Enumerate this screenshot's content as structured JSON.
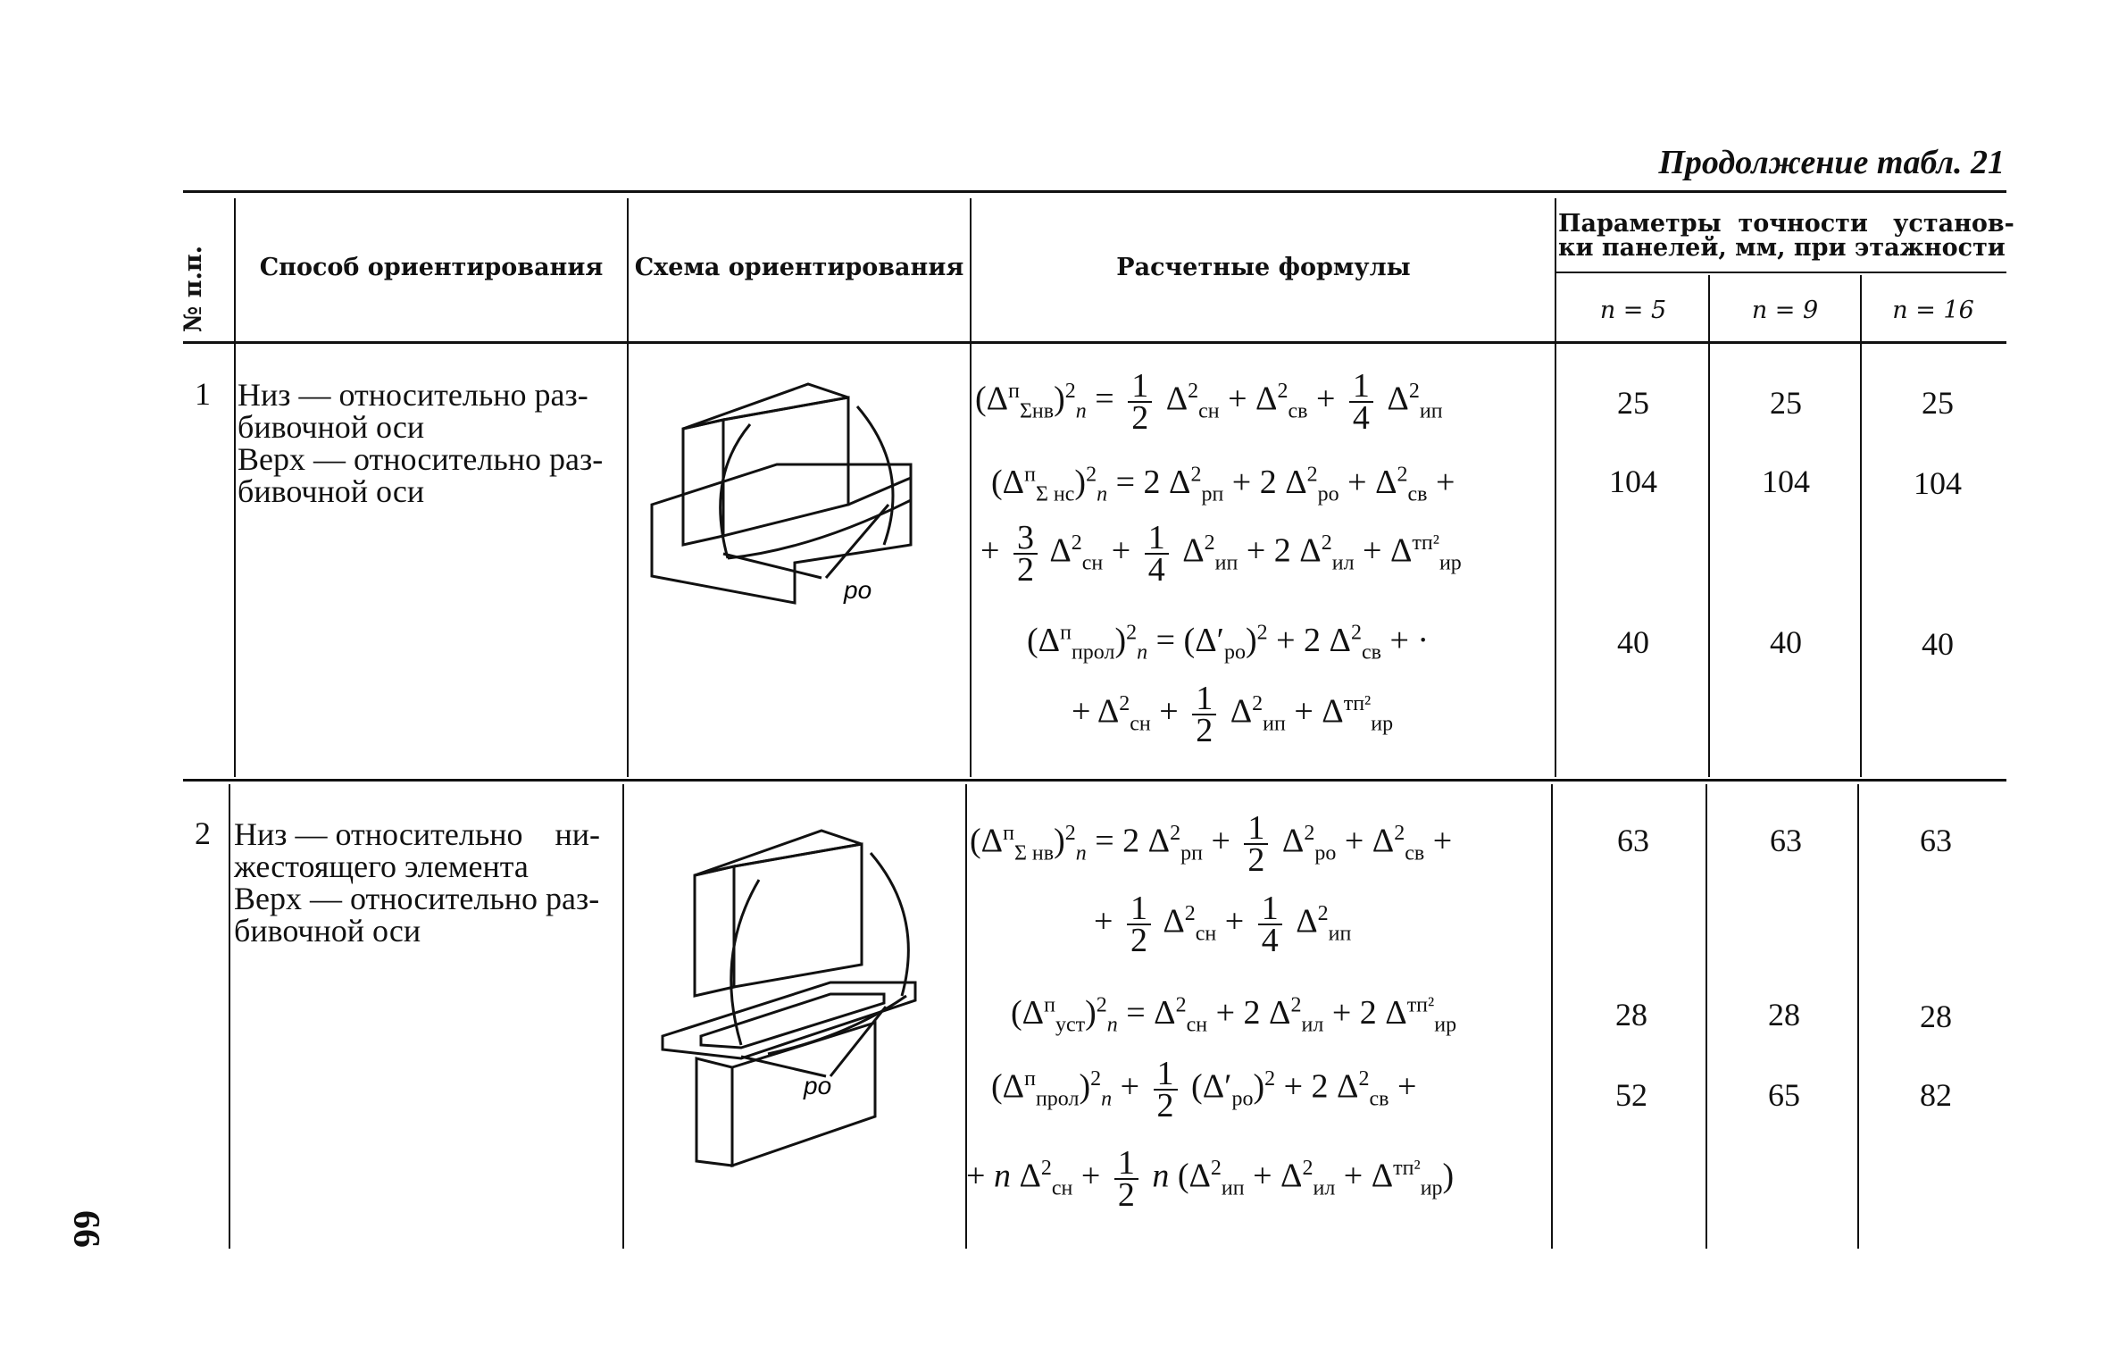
{
  "caption": "Продолжение табл. 21",
  "page_number": "66",
  "headers": {
    "num": "№ п.п.",
    "method": "Способ ориентирования",
    "scheme": "Схема ориентирования",
    "formulas": "Расчетные формулы",
    "params_line1": "Параметры  точности   установ-",
    "params_line2": "ки панелей, мм, при этажности",
    "n5": "n = 5",
    "n9": "n = 9",
    "n16": "n = 16"
  },
  "rows": [
    {
      "num": "1",
      "method_lines": [
        "Низ — относительно раз-",
        "бивочной оси",
        "Верх — относительно раз-",
        "бивочной оси"
      ],
      "label_ro": "ро",
      "values": [
        [
          "25",
          "25",
          "25"
        ],
        [
          "104",
          "104",
          "104"
        ],
        [
          "40",
          "40",
          "40"
        ]
      ]
    },
    {
      "num": "2",
      "method_lines": [
        "Низ — относительно    ни-",
        "жестоящего элемента",
        "Верх — относительно раз-",
        "бивочной оси"
      ],
      "label_ro": "ро",
      "values": [
        [
          "63",
          "63",
          "63"
        ],
        [
          "28",
          "28",
          "28"
        ],
        [
          "52",
          "65",
          "82"
        ]
      ]
    }
  ]
}
